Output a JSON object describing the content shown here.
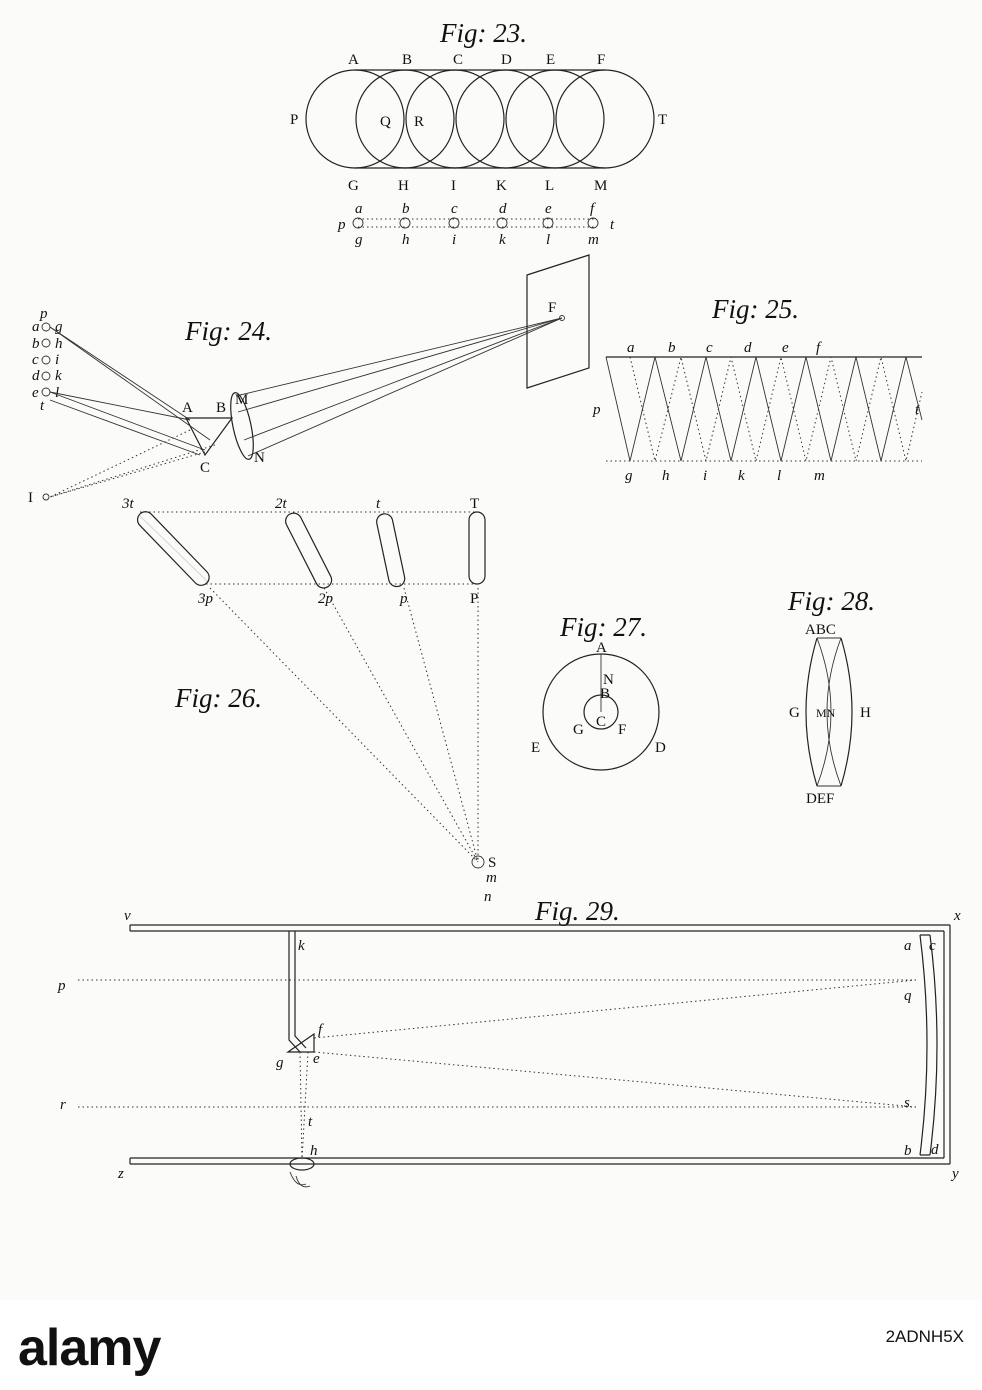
{
  "plate": {
    "fig23": {
      "title": "Fig: 23.",
      "top_labels": [
        "A",
        "B",
        "C",
        "D",
        "E",
        "F"
      ],
      "bottom_labels": [
        "G",
        "H",
        "I",
        "K",
        "L",
        "M"
      ],
      "side_left": "P",
      "side_right": "T",
      "inner": [
        "Q",
        "R"
      ],
      "small_top": [
        "a",
        "b",
        "c",
        "d",
        "e",
        "f"
      ],
      "small_bottom": [
        "g",
        "h",
        "i",
        "k",
        "l",
        "m"
      ],
      "small_left": "p",
      "small_right": "t"
    },
    "fig24": {
      "title": "Fig: 24.",
      "left_col": [
        "p",
        "a",
        "b",
        "c",
        "d",
        "e",
        "t"
      ],
      "right_col": [
        "g",
        "h",
        "i",
        "k",
        "l"
      ],
      "prism": [
        "A",
        "B",
        "C"
      ],
      "lens": [
        "M",
        "N"
      ],
      "focus": "F",
      "image": "I"
    },
    "fig25": {
      "title": "Fig: 25.",
      "top": [
        "a",
        "b",
        "c",
        "d",
        "e",
        "f"
      ],
      "bottom": [
        "g",
        "h",
        "i",
        "k",
        "l",
        "m"
      ],
      "left": "p",
      "right": "t"
    },
    "fig26": {
      "title": "Fig: 26.",
      "top": [
        "3t",
        "2t",
        "t",
        "T"
      ],
      "bottom": [
        "3p",
        "2p",
        "p",
        "P"
      ],
      "apex": [
        "S",
        "m",
        "n"
      ]
    },
    "fig27": {
      "title": "Fig: 27.",
      "labels": [
        "A",
        "N",
        "B",
        "C",
        "G",
        "F",
        "E",
        "D"
      ]
    },
    "fig28": {
      "title": "Fig: 28.",
      "top": "ABC",
      "middle_left": "G",
      "middle": "MN",
      "middle_right": "H",
      "bottom": "DEF"
    },
    "fig29": {
      "title": "Fig. 29.",
      "labels": [
        "v",
        "x",
        "k",
        "a",
        "c",
        "p",
        "q",
        "f",
        "g",
        "e",
        "r",
        "s",
        "t",
        "h",
        "b",
        "d",
        "z",
        "y"
      ]
    }
  },
  "watermark": "alamy",
  "image_code": "2ADNH5X"
}
